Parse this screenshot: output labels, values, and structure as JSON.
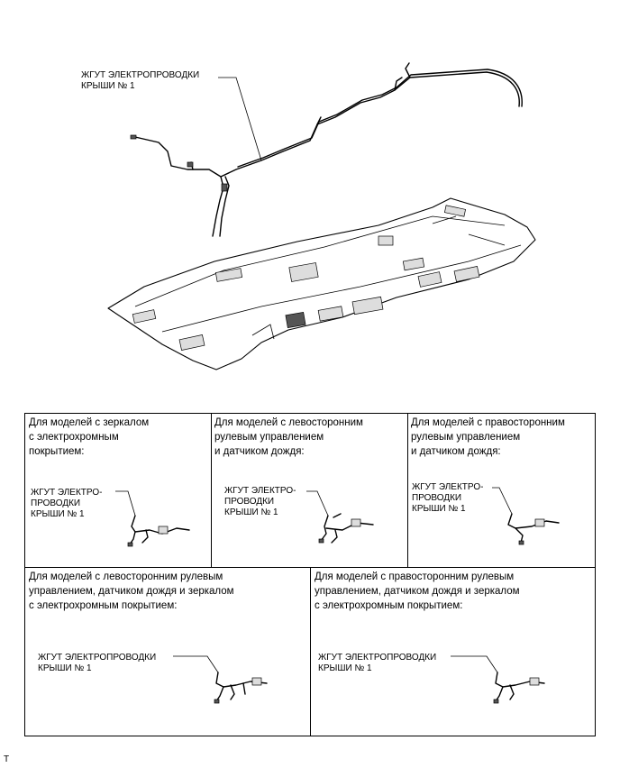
{
  "main": {
    "harness_label": "ЖГУТ ЭЛЕКТРОПРОВОДКИ\nКРЫШИ № 1"
  },
  "variants": [
    {
      "condition": "Для моделей с зеркалом\nс электрохромным\nпокрытием:",
      "label": "ЖГУТ ЭЛЕКТРО-\nПРОВОДКИ\nКРЫШИ № 1"
    },
    {
      "condition": "Для моделей с левосторонним\nрулевым управлением\nи датчиком дождя:",
      "label": "ЖГУТ ЭЛЕКТРО-\nПРОВОДКИ\nКРЫШИ № 1"
    },
    {
      "condition": "Для моделей с правосторонним\nрулевым управлением\nи датчиком дождя:",
      "label": "ЖГУТ ЭЛЕКТРО-\nПРОВОДКИ\nКРЫШИ № 1"
    },
    {
      "condition": "Для моделей с левосторонним рулевым\nуправлением, датчиком дождя и зеркалом\nс электрохромным покрытием:",
      "label": "ЖГУТ ЭЛЕКТРОПРОВОДКИ\nКРЫШИ № 1"
    },
    {
      "condition": "Для моделей с правосторонним рулевым\nуправлением, датчиком дождя и зеркалом\nс электрохромным покрытием:",
      "label": "ЖГУТ ЭЛЕКТРОПРОВОДКИ\nКРЫШИ № 1"
    }
  ],
  "figure_code": "T"
}
